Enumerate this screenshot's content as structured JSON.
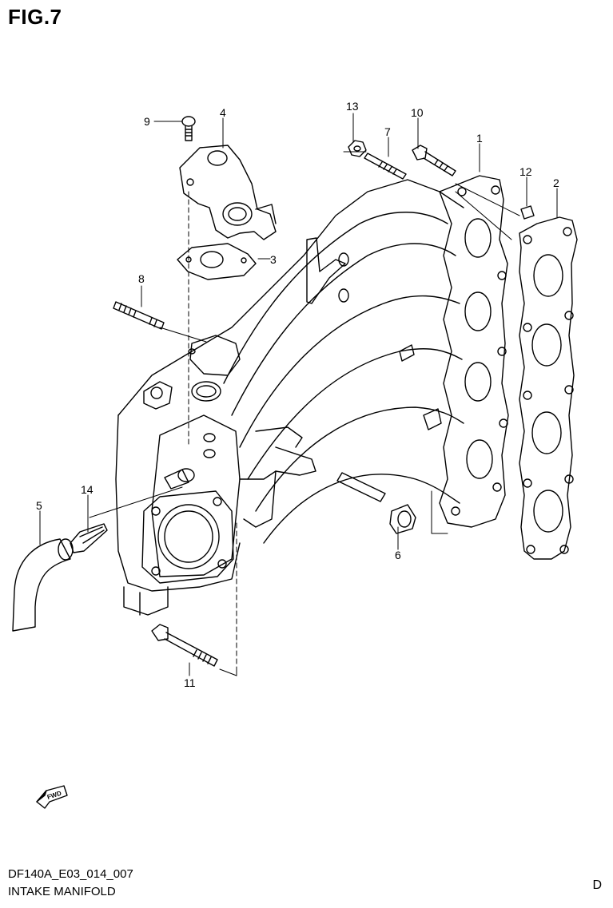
{
  "figure_label": "FIG.7",
  "footer": {
    "code": "DF140A_E03_014_007",
    "title": "INTAKE MANIFOLD",
    "page_letter": "D"
  },
  "fwd_text": "FWD",
  "callouts": [
    "1",
    "2",
    "3",
    "4",
    "5",
    "6",
    "7",
    "8",
    "9",
    "10",
    "11",
    "12",
    "13",
    "14"
  ]
}
